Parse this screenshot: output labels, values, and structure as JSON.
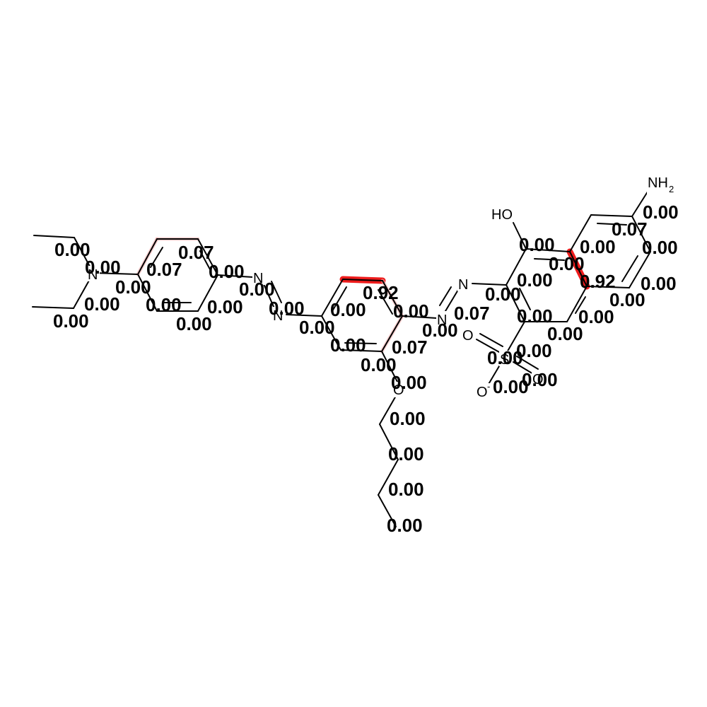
{
  "colors": {
    "background": "#ffffff",
    "bond": "#000000",
    "highlight_strong": "#ee1c1c",
    "highlight_weak": "#f7b4b4"
  },
  "atoms": [
    {
      "id": "n-amine",
      "text": "N"
    },
    {
      "id": "n-azo-1",
      "text": "N"
    },
    {
      "id": "n-azo-2",
      "text": "N"
    },
    {
      "id": "n-azo-3",
      "text": "N"
    },
    {
      "id": "n-azo-4",
      "text": "N"
    },
    {
      "id": "o-ether",
      "text": "O"
    },
    {
      "id": "o-sulf-1",
      "text": "O"
    },
    {
      "id": "o-sulf-2",
      "text": "O"
    },
    {
      "id": "o-sulf-minus",
      "text": "O",
      "charge": "-"
    },
    {
      "id": "s-sulf",
      "text": "S"
    },
    {
      "id": "oh",
      "text": "HO"
    },
    {
      "id": "nh2",
      "text": "NH",
      "sub": "2"
    }
  ],
  "scores": [
    "0.00",
    "0.00",
    "0.00",
    "0.00",
    "0.00",
    "0.00",
    "0.07",
    "0.07",
    "0.00",
    "0.00",
    "0.00",
    "0.00",
    "0.00",
    "0.00",
    "0.00",
    "0.92",
    "0.00",
    "0.00",
    "0.07",
    "0.00",
    "0.07",
    "0.00",
    "0.00",
    "0.00",
    "0.00",
    "0.00",
    "0.00",
    "0.00",
    "0.00",
    "0.00",
    "0.00",
    "0.07",
    "0.00",
    "0.00",
    "0.00",
    "0.00",
    "0.00",
    "0.00",
    "0.00",
    "0.00",
    "0.00",
    "0.92",
    "0.00",
    "0.00",
    "0.00",
    "0.00",
    "0.00",
    "0.00",
    "0.00",
    "0.00",
    "0.00",
    "0.00"
  ]
}
